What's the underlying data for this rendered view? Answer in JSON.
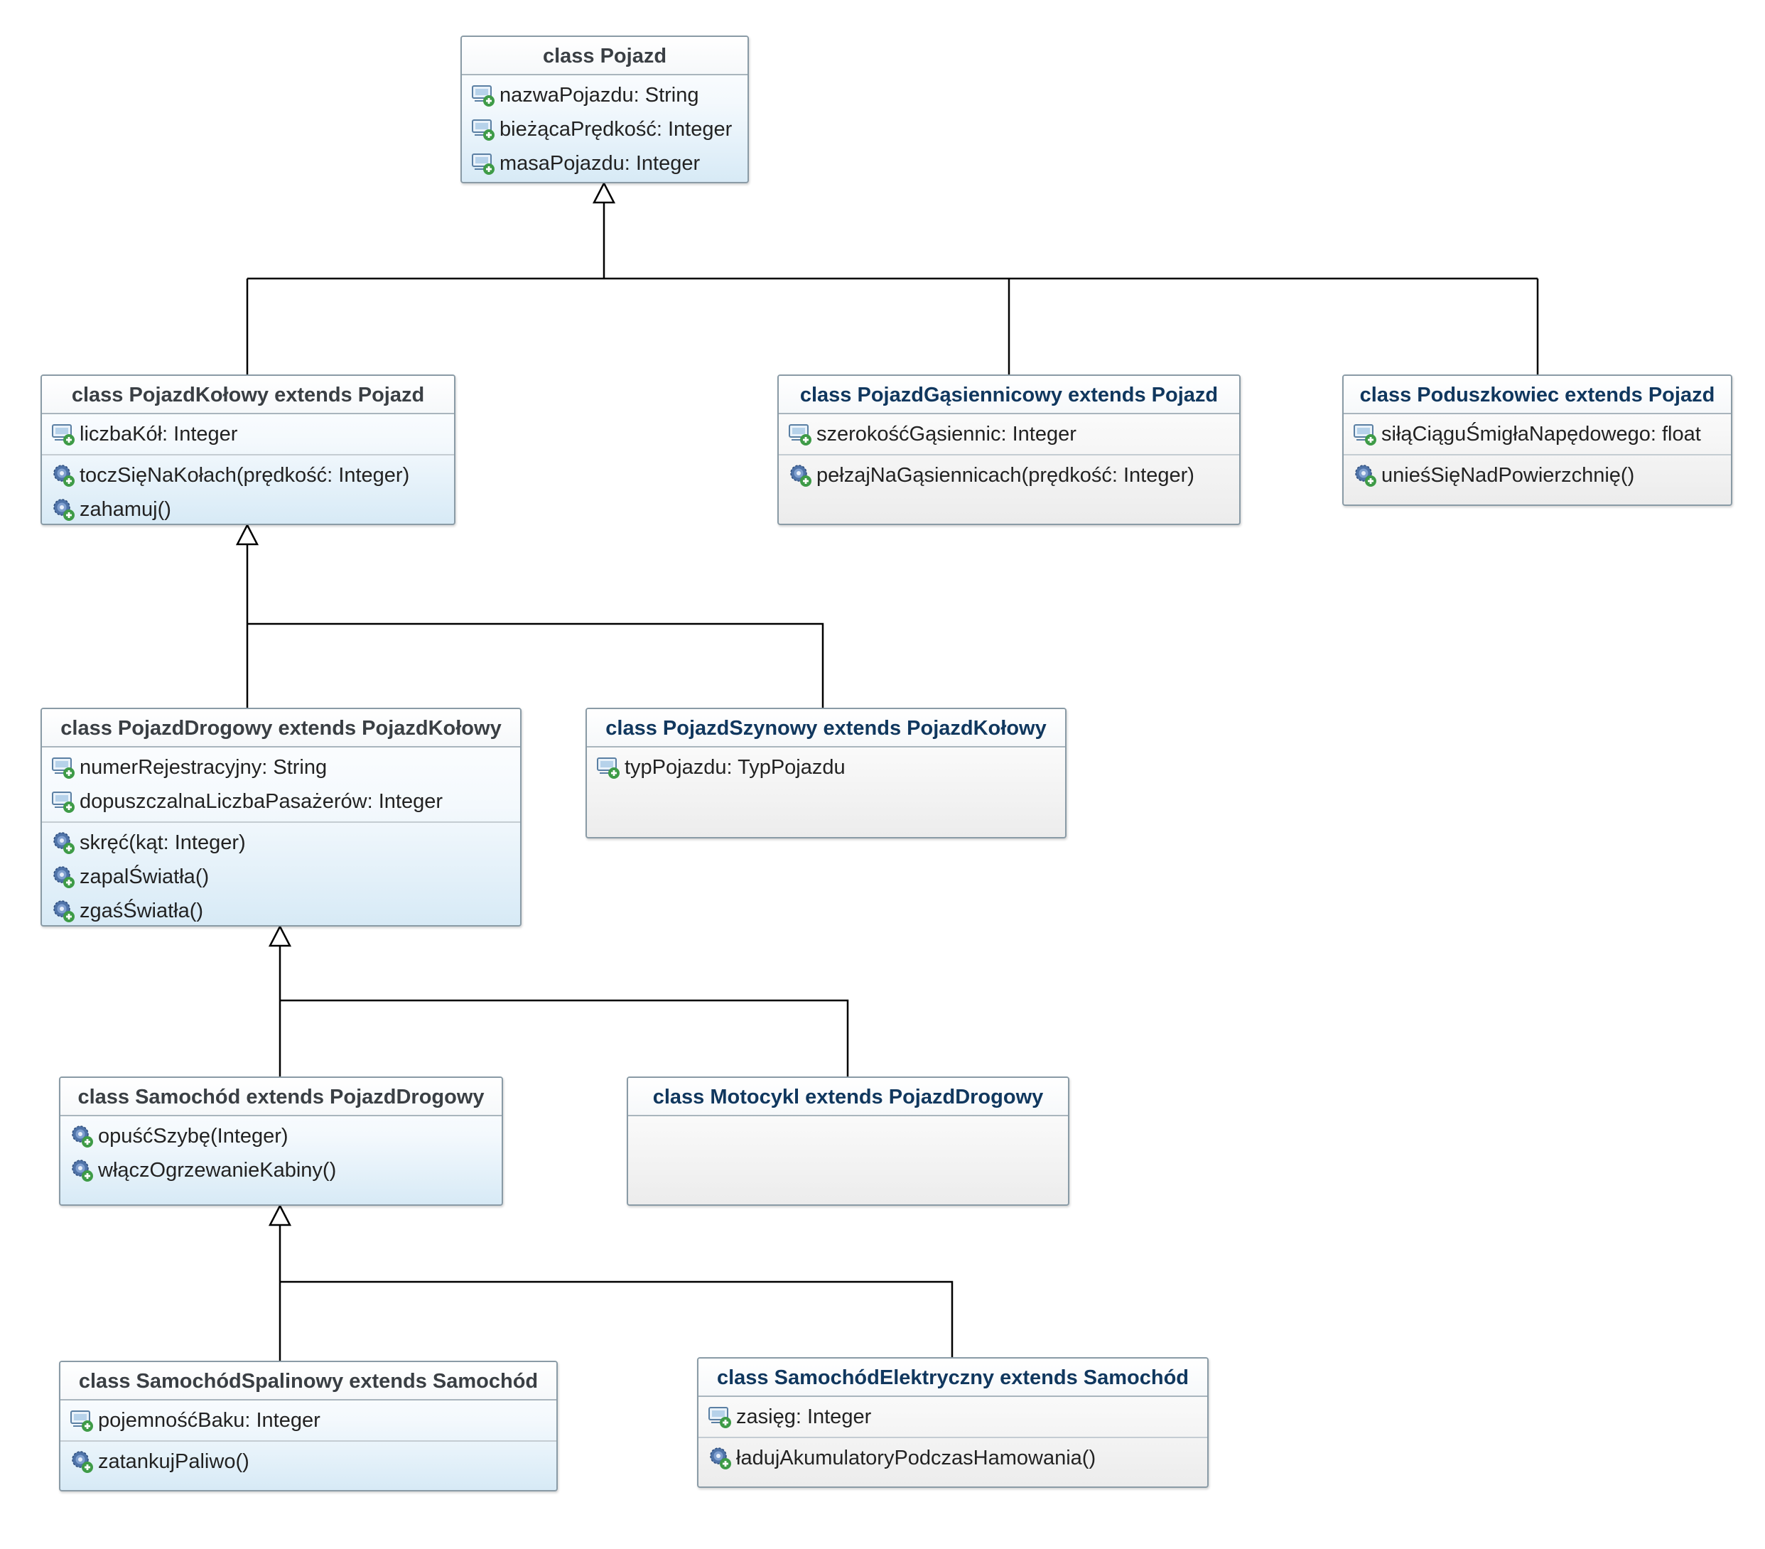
{
  "diagram": {
    "classes": [
      {
        "id": "pojazd",
        "name": "class Pojazd",
        "style": "blue",
        "attributes": [
          "nazwaPojazdu: String",
          "bieżącaPrędkość: Integer",
          "masaPojazdu: Integer"
        ],
        "methods": []
      },
      {
        "id": "pojazd-kolowy",
        "name": "class PojazdKołowy extends Pojazd",
        "style": "blue",
        "attributes": [
          "liczbaKół: Integer"
        ],
        "methods": [
          "toczSięNaKołach(prędkość: Integer)",
          "zahamuj()"
        ]
      },
      {
        "id": "pojazd-gasiennicowy",
        "name": "class PojazdGąsiennicowy extends Pojazd",
        "style": "gray",
        "attributes": [
          "szerokośćGąsiennic: Integer"
        ],
        "methods": [
          "pełzajNaGąsiennicach(prędkość: Integer)"
        ]
      },
      {
        "id": "poduszkowiec",
        "name": "class Poduszkowiec extends Pojazd",
        "style": "gray",
        "attributes": [
          "siłąCiąguŚmigłaNapędowego: float"
        ],
        "methods": [
          "unieśSięNadPowierzchnię()"
        ]
      },
      {
        "id": "pojazd-drogowy",
        "name": "class PojazdDrogowy extends PojazdKołowy",
        "style": "blue",
        "attributes": [
          "numerRejestracyjny: String",
          "dopuszczalnaLiczbaPasażerów: Integer"
        ],
        "methods": [
          "skręć(kąt: Integer)",
          "zapalŚwiatła()",
          "zgaśŚwiatła()"
        ]
      },
      {
        "id": "pojazd-szynowy",
        "name": "class PojazdSzynowy extends PojazdKołowy",
        "style": "gray",
        "attributes": [
          "typPojazdu: TypPojazdu"
        ],
        "methods": []
      },
      {
        "id": "samochod",
        "name": "class Samochód extends PojazdDrogowy",
        "style": "blue",
        "attributes": [],
        "methods": [
          "opuśćSzybę(Integer)",
          "włączOgrzewanieKabiny()"
        ]
      },
      {
        "id": "motocykl",
        "name": "class Motocykl extends PojazdDrogowy",
        "style": "gray",
        "attributes": [],
        "methods": []
      },
      {
        "id": "samochod-spalinowy",
        "name": "class SamochódSpalinowy extends Samochód",
        "style": "blue",
        "attributes": [
          "pojemnośćBaku: Integer"
        ],
        "methods": [
          "zatankujPaliwo()"
        ]
      },
      {
        "id": "samochod-elektryczny",
        "name": "class SamochódElektryczny extends Samochód",
        "style": "gray",
        "attributes": [
          "zasięg: Integer"
        ],
        "methods": [
          "ładujAkumulatoryPodczasHamowania()"
        ]
      }
    ],
    "icons": {
      "attribute": "field-icon",
      "method": "method-gear-icon"
    },
    "colors": {
      "line": "#000000",
      "box_border": "#8a9ba6",
      "blue_title": "#3a3f44",
      "gray_title": "#10375e"
    }
  }
}
